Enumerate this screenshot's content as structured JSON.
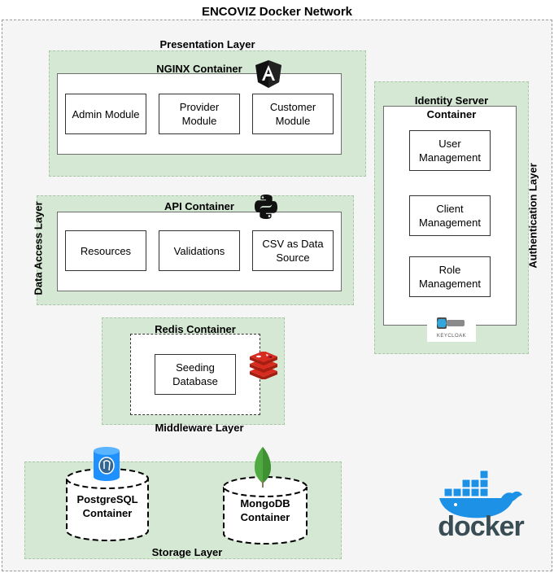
{
  "title": "ENCOVIZ Docker Network",
  "presentation": {
    "layer_label": "Presentation Layer",
    "container_label": "NGINX Container",
    "modules": [
      "Admin Module",
      "Provider Module",
      "Customer Module"
    ],
    "icon": "angular-icon"
  },
  "data_access": {
    "layer_label": "Data Access Layer",
    "container_label": "API Container",
    "modules": [
      "Resources",
      "Validations",
      "CSV as Data Source"
    ],
    "icon": "python-icon"
  },
  "middleware": {
    "layer_label": "Middleware Layer",
    "container_label": "Redis Container",
    "modules": [
      "Seeding Database"
    ],
    "icon": "redis-icon"
  },
  "authentication": {
    "layer_label": "Authentication Layer",
    "container_label": "Identity Server Container",
    "modules": [
      "User Management",
      "Client Management",
      "Role Management"
    ],
    "icon": "keycloak-icon",
    "icon_text": "KEYCLOAK"
  },
  "storage": {
    "layer_label": "Storage Layer",
    "databases": [
      "PostgreSQL Container",
      "MongoDB Container"
    ],
    "icons": [
      "postgresql-icon",
      "mongodb-icon"
    ]
  },
  "docker": {
    "logo_text": "docker",
    "icon": "docker-icon"
  },
  "colors": {
    "layer_fill": "#d5e8d4",
    "network_fill": "#f5f5f5",
    "angular_red": "#c3002f",
    "redis_red": "#d82c20",
    "postgres_blue": "#336791",
    "mongo_green": "#4faa41",
    "docker_blue": "#1d91e6",
    "docker_text": "#394d54"
  }
}
